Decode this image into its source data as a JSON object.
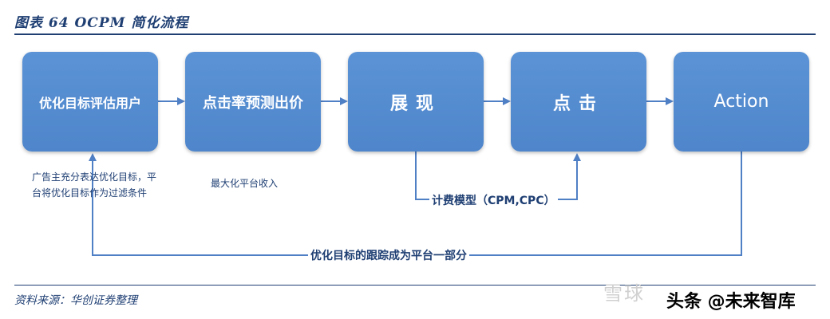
{
  "title": "图表 64 OCPM 简化流程",
  "boxes": {
    "b1": "优化目标评估用户",
    "b2": "点击率预测出价",
    "b3": "展现",
    "b4": "点击",
    "b5": "Action"
  },
  "notes": {
    "advertiser_line1": "广告主充分表达优化目标，平",
    "advertiser_line2": "台将优化目标作为过滤条件",
    "maximize": "最大化平台收入"
  },
  "billing_label": "计费模型（CPM,CPC）",
  "feedback_label": "优化目标的跟踪成为平台一部分",
  "source": "资料来源：华创证券整理",
  "watermark": "雪球",
  "overlay_watermark": "头条 @未来智库",
  "colors": {
    "box_fill": "#4f86cb",
    "line": "#4f7fc4",
    "title": "#1f3f73"
  }
}
